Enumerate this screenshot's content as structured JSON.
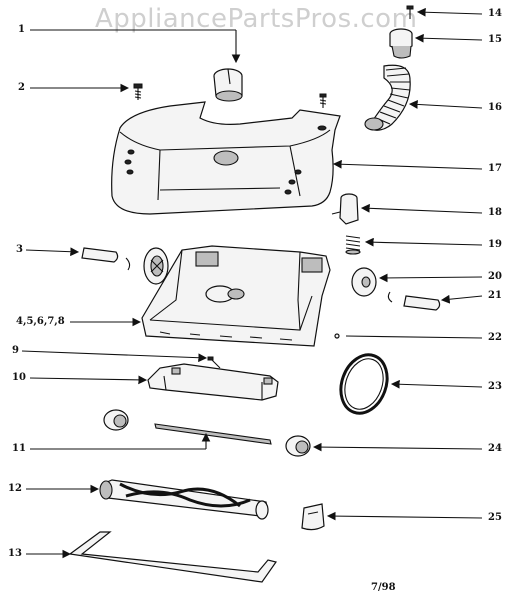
{
  "watermark": "AppliancePartsPros.com",
  "date_code": "7/98",
  "callouts": [
    {
      "id": "c1",
      "label": "1"
    },
    {
      "id": "c2",
      "label": "2"
    },
    {
      "id": "c3",
      "label": "3"
    },
    {
      "id": "c4",
      "label": "4,5,6,7,8"
    },
    {
      "id": "c9",
      "label": "9"
    },
    {
      "id": "c10",
      "label": "10"
    },
    {
      "id": "c11",
      "label": "11"
    },
    {
      "id": "c12",
      "label": "12"
    },
    {
      "id": "c13",
      "label": "13"
    },
    {
      "id": "c14",
      "label": "14"
    },
    {
      "id": "c15",
      "label": "15"
    },
    {
      "id": "c16",
      "label": "16"
    },
    {
      "id": "c17",
      "label": "17"
    },
    {
      "id": "c18",
      "label": "18"
    },
    {
      "id": "c19",
      "label": "19"
    },
    {
      "id": "c20",
      "label": "20"
    },
    {
      "id": "c21",
      "label": "21"
    },
    {
      "id": "c22",
      "label": "22"
    },
    {
      "id": "c23",
      "label": "23"
    },
    {
      "id": "c24",
      "label": "24"
    },
    {
      "id": "c25",
      "label": "25"
    }
  ]
}
